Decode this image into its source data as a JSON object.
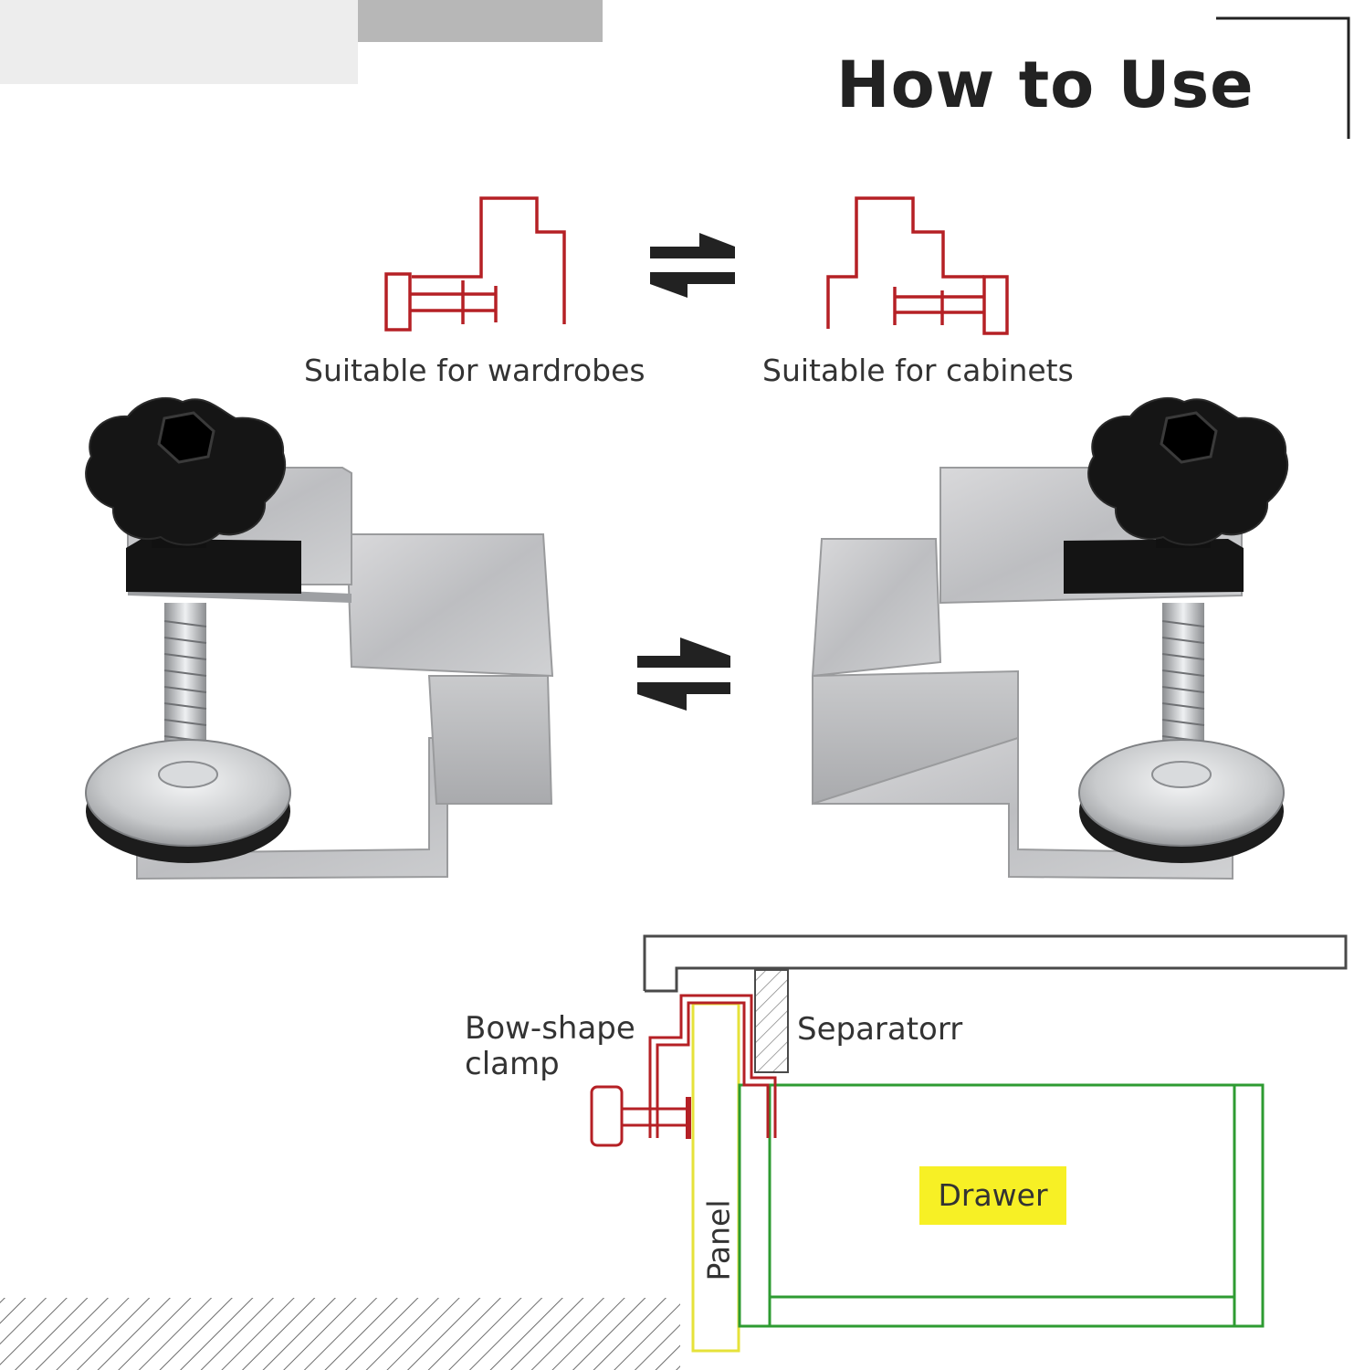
{
  "title": "How to Use",
  "captions": {
    "wardrobes": "Suitable for wardrobes",
    "cabinets": "Suitable for cabinets"
  },
  "diagram_labels": {
    "clamp_line1": "Bow-shape",
    "clamp_line2": "clamp",
    "separator": "Separatorr",
    "drawer": "Drawer",
    "panel": "Panel"
  },
  "colors": {
    "clamp_outline": "#b52025",
    "panel_outline": "#e6e23a",
    "drawer_outline": "#2e9b32",
    "title": "#222222",
    "text": "#333333",
    "arrow": "#222222",
    "label_highlight": "#f7f025"
  },
  "icons": [
    "swap-arrows-icon",
    "clamp-wardrobe-icon",
    "clamp-cabinet-icon",
    "knob-icon"
  ]
}
